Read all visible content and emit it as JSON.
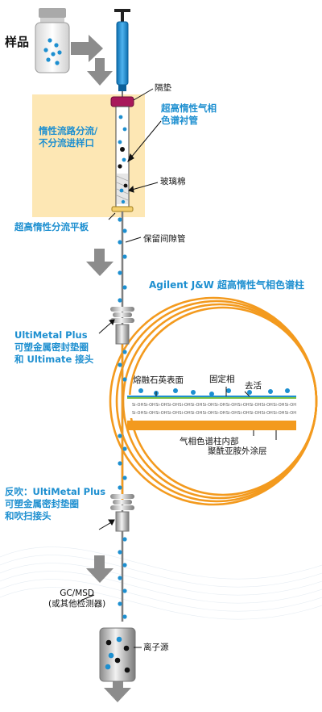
{
  "labels": {
    "sample": "样品",
    "septum": "隔垫",
    "liner": [
      "超高惰性气相",
      "色谱衬管"
    ],
    "inlet": [
      "惰性流路分流/",
      "不分流进样口"
    ],
    "glass_wool": "玻璃棉",
    "split_plate": "超高惰性分流平板",
    "retention_gap": "保留间隙管",
    "column_title": "Agilent J&W 超高惰性气相色谱柱",
    "ultimetal": [
      "UltiMetal Plus",
      "可塑金属密封垫圈",
      "和 Ultimate 接头"
    ],
    "fused_silica": "熔融石英表面",
    "stationary_phase": "固定相",
    "deactivation": "去活",
    "column_interior": "气相色谱柱内部",
    "polyimide": "聚酰亚胺外涂层",
    "backflush": [
      "反吹：UltiMetal Plus",
      "可塑金属密封垫圈",
      "和吹扫接头"
    ],
    "detector": [
      "GC/MSD",
      "(或其他检测器)"
    ],
    "ion_source": "离子源",
    "si_oh": "Si-OH"
  },
  "colors": {
    "accent_blue": "#1d8fd0",
    "orange": "#f39a1e",
    "inlet_box": "#fde7b4",
    "arrow_gray": "#8c8c8c",
    "septum": "#a8185a",
    "green": "#7ac143"
  }
}
